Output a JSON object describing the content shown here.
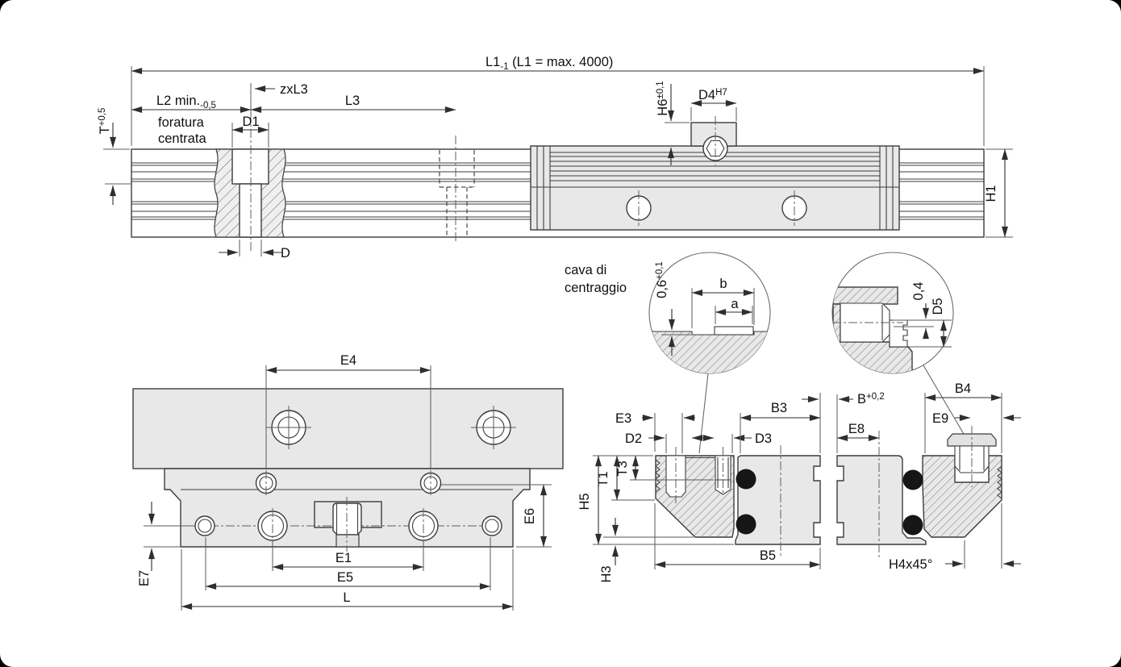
{
  "drawing_type": "linear-guide-rail-dimension-drawing",
  "colors": {
    "line": "#3c3c3c",
    "part_fill": "#e8e8e8",
    "ball_fill": "#161616",
    "background": "#ffffff"
  },
  "elevation": {
    "dim_l1": {
      "main": "L1",
      "sub": "-1",
      "rest": " (L1 = max. 4000)"
    },
    "dim_l2": {
      "main": "L2 min.",
      "sub": "-0,5"
    },
    "note_line1": "foratura",
    "note_line2": "centrata",
    "dim_zxl3": "zxL3",
    "dim_d1": "D1",
    "dim_l3": "L3",
    "dim_d": "D",
    "dim_t": {
      "main": "T",
      "sup": "+0,5"
    },
    "dim_h6": {
      "main": "H6",
      "sup": "±0,1"
    },
    "dim_d4": {
      "main": "D4",
      "sup": "H7"
    },
    "dim_h1": "H1"
  },
  "detail_groove": {
    "title_line1": "cava di",
    "title_line2": "centraggio",
    "dim_b": "b",
    "dim_a": "a",
    "dim_depth": {
      "main": "0,6",
      "sup": "+0,1"
    }
  },
  "detail_pin": {
    "dim_gap": "0,4",
    "dim_d5": "D5"
  },
  "plan": {
    "dim_e4": "E4",
    "dim_e6": "E6",
    "dim_e7": "E7",
    "dim_e1": "E1",
    "dim_e5": "E5",
    "dim_l": "L"
  },
  "section_left": {
    "dim_e3": "E3",
    "dim_d2": "D2",
    "dim_b3": "B3",
    "dim_d3": "D3",
    "dim_t3": "T3",
    "dim_t1": "T1",
    "dim_h5": "H5",
    "dim_h3": "H3",
    "dim_b5": "B5"
  },
  "section_right": {
    "dim_b": {
      "main": "B",
      "sup": "+0,2"
    },
    "dim_e8": "E8",
    "dim_e9": "E9",
    "dim_b4": "B4",
    "dim_h4": "H4x45°"
  }
}
